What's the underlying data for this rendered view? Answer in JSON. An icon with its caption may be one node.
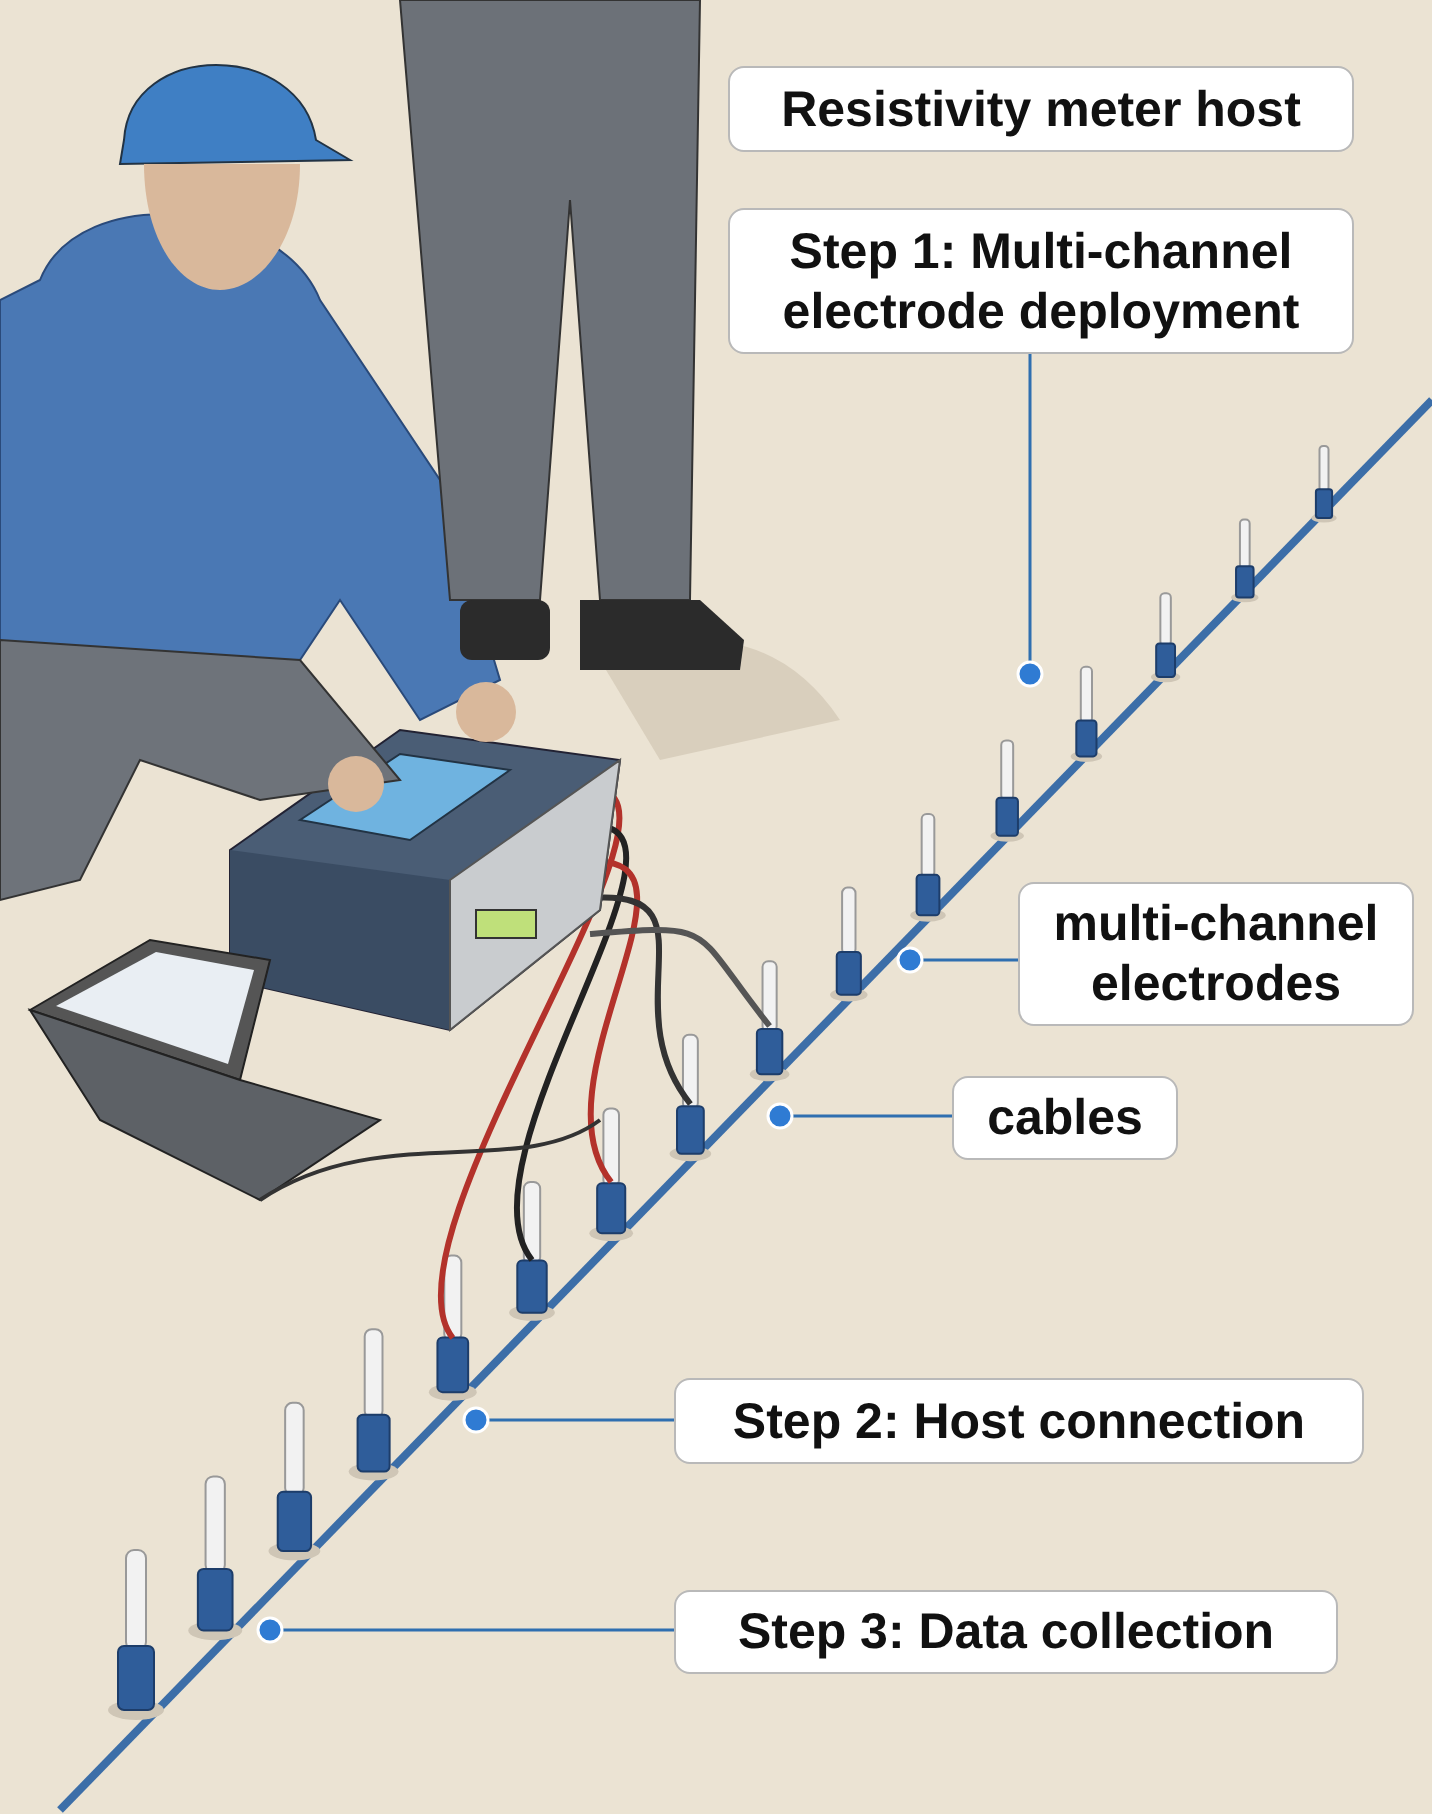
{
  "diagram": {
    "nodes": [
      {
        "text": [
          "Resistivity meter host"
        ]
      },
      {
        "text": [
          "Step 1: Multi-channel electrode deployment"
        ]
      },
      {
        "text": [
          "multi-channel electrodes"
        ]
      },
      {
        "text": [
          "cables"
        ]
      },
      {
        "text": [
          "Step 2: Host connection"
        ]
      },
      {
        "text": [
          "Step 3: Data collection"
        ]
      }
    ],
    "edges": [
      {
        "from": 1,
        "to": null,
        "arrow": "other"
      },
      {
        "from": 2,
        "to": null,
        "arrow": "other"
      },
      {
        "from": 3,
        "to": null,
        "arrow": "other"
      },
      {
        "from": 4,
        "to": null,
        "arrow": "other"
      },
      {
        "from": 5,
        "to": null,
        "arrow": "other"
      }
    ]
  }
}
